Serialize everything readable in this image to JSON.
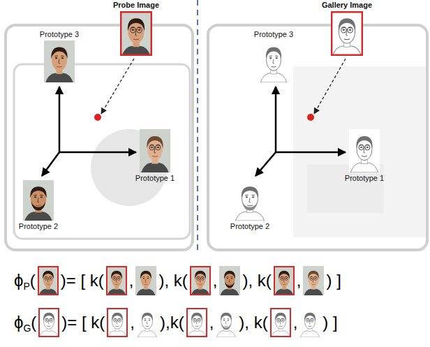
{
  "diagram": {
    "nodes": [
      {
        "text": [
          "Probe Image"
        ]
      },
      {
        "text": [
          "Prototype 3"
        ]
      },
      {
        "text": [
          "Prototype 1"
        ]
      },
      {
        "text": [
          "Prototype 2"
        ]
      },
      {
        "text": [
          "Gallery Image"
        ]
      },
      {
        "text": [
          "Prototype 3"
        ]
      },
      {
        "text": [
          "Prototype 1"
        ]
      },
      {
        "text": [
          "Prototype 2"
        ]
      }
    ],
    "labels": [
      "ϕ",
      "P",
      "(",
      ")= [ k(",
      ",",
      "), k(",
      ",",
      "), k(",
      ",",
      ") ]",
      "ϕ",
      "G",
      "(",
      ")= [ k(",
      ",",
      "),k(",
      ",",
      "), k(",
      ",",
      ") ]"
    ]
  }
}
